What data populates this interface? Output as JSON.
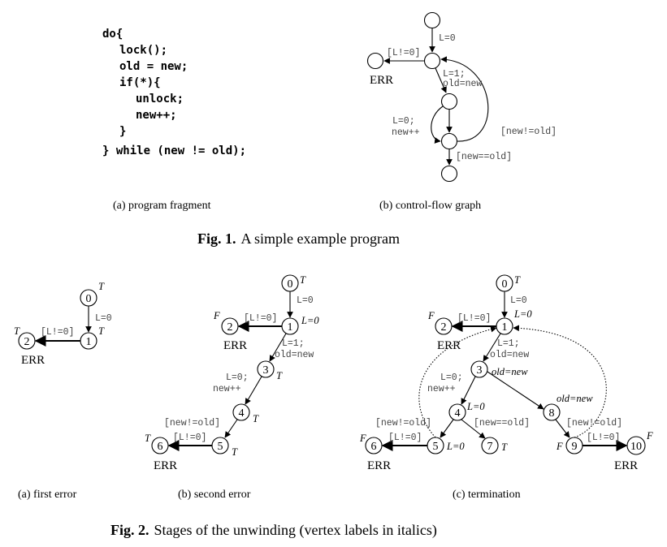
{
  "code_lines": [
    "do{",
    "lock();",
    "old = new;",
    "if(*){",
    "unlock;",
    "new++;",
    "}",
    "} while (new != old);"
  ],
  "fig1": {
    "subcap_a": "(a)  program fragment",
    "subcap_b": "(b)  control-flow graph",
    "cap_label": "Fig. 1.",
    "cap_text": "A simple example program",
    "cfg": {
      "edge_L0": "L=0",
      "edge_Lne0": "[L!=0]",
      "err": "ERR",
      "edge_L1": "L=1;",
      "edge_oldnew": "old=new",
      "edge_L0b": "L=0;",
      "edge_newpp": "new++",
      "edge_newneold": "[new!=old]",
      "edge_neweqold": "[new==old]"
    }
  },
  "fig2": {
    "subcap_a": "(a)  first error",
    "subcap_b": "(b)  second error",
    "subcap_c": "(c)  termination",
    "cap_label": "Fig. 2.",
    "cap_text": "Stages of the unwinding (vertex labels in italics)",
    "a": {
      "n0": "0",
      "n1": "1",
      "n2": "2",
      "t0": "T",
      "t1": "T",
      "t2": "T",
      "e_L0": "L=0",
      "e_Lne0": "[L!=0]",
      "err": "ERR"
    },
    "b": {
      "n0": "0",
      "n1": "1",
      "n2": "2",
      "n3": "3",
      "n4": "4",
      "n5": "5",
      "n6": "6",
      "t0": "T",
      "l1": "L=0",
      "t2": "F",
      "t3": "T",
      "t4": "T",
      "t5": "T",
      "t6": "T",
      "e_L0": "L=0",
      "e_Lne0a": "[L!=0]",
      "e_L1": "L=1;",
      "e_oldnew": "old=new",
      "e_L0b": "L=0;",
      "e_newpp": "new++",
      "e_newneold": "[new!=old]",
      "e_Lne0b": "[L!=0]",
      "err2": "ERR",
      "err6": "ERR"
    },
    "c": {
      "n0": "0",
      "n1": "1",
      "n2": "2",
      "n3": "3",
      "n4": "4",
      "n5": "5",
      "n6": "6",
      "n7": "7",
      "n8": "8",
      "n9": "9",
      "n10": "10",
      "t0": "T",
      "l1": "L=0",
      "t2": "F",
      "l3": "old=new",
      "l4": "L=0",
      "l5": "L=0",
      "t6": "F",
      "t7": "T",
      "l8": "old=new",
      "t9": "F",
      "t10": "F",
      "e_L0": "L=0",
      "e_Lne0a": "[L!=0]",
      "e_L1": "L=1;",
      "e_oldnew": "old=new",
      "e_L0b": "L=0;",
      "e_newpp": "new++",
      "e_newneold_left": "[new!=old]",
      "e_neweqold": "[new==old]",
      "e_newneold_right": "[new!=old]",
      "e_Lne0b": "[L!=0]",
      "e_Lne0c": "[L!=0]",
      "err2": "ERR",
      "err6": "ERR",
      "err10": "ERR"
    }
  }
}
